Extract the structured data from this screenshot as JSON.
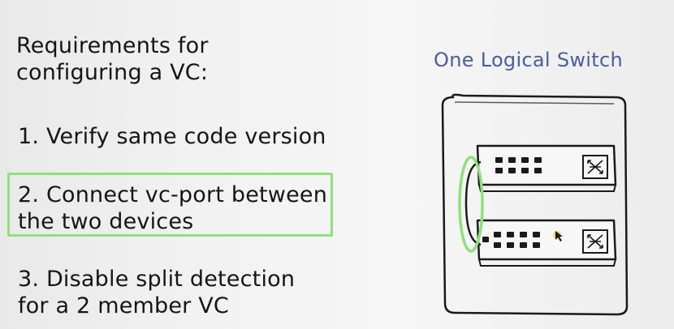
{
  "requirements": {
    "heading_line1": "Requirements for",
    "heading_line2": "configuring a VC:",
    "item1": "1. Verify same code version",
    "item2_line1": "2. Connect vc-port between",
    "item2_line2": "the two devices",
    "item3_line1": "3. Disable split detection",
    "item3_line2": "for a 2 member VC"
  },
  "diagram": {
    "label": "One Logical Switch",
    "switches": [
      {
        "name": "top-switch",
        "port_count": 8,
        "has_fan": true
      },
      {
        "name": "bottom-switch",
        "port_count": 8,
        "has_fan": true
      }
    ],
    "vc_link_highlight_color": "#8fe07c"
  },
  "colors": {
    "highlight": "#8fe07c",
    "label": "#4c5c9c",
    "text": "#151515"
  }
}
